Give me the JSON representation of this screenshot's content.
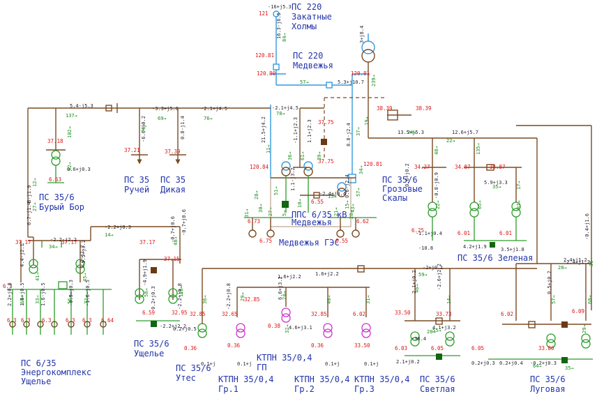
{
  "colors": {
    "line": "#7a4a22",
    "line_220": "#3399dd",
    "green_flow": "#2c9c2c",
    "voltage": "#dd1111",
    "station_name": "#2233aa",
    "ktpn_transformer": "#cc33cc",
    "generator": "#bb2222",
    "ground_block": "#116611",
    "disconnector_block": "#6b3a14"
  },
  "stations": [
    {
      "id": "zakatnye",
      "lines": [
        "ПС 220",
        "Закатные",
        "Холмы"
      ]
    },
    {
      "id": "medvezhya220",
      "lines": [
        "ПС 220",
        "Медвежья"
      ]
    },
    {
      "id": "ruchey",
      "lines": [
        "ПС 35",
        "Ручей"
      ]
    },
    {
      "id": "dikaya",
      "lines": [
        "ПС 35",
        "Дикая"
      ]
    },
    {
      "id": "bury-bor",
      "lines": [
        "ПС 35/6",
        "Бурый Бор"
      ]
    },
    {
      "id": "grozovye",
      "lines": [
        "ПС 35/6",
        "Грозовые",
        "Скалы"
      ]
    },
    {
      "id": "pps",
      "lines": [
        "ППС 6/35 кВ",
        "Медвежья"
      ]
    },
    {
      "id": "medvezhya-ges",
      "lines": [
        "Медвежья ГЭС"
      ]
    },
    {
      "id": "zelenaya",
      "lines": [
        "ПС 35/6 Зеленая"
      ]
    },
    {
      "id": "ushchelie",
      "lines": [
        "ПС 35/6",
        "Ущелье"
      ]
    },
    {
      "id": "energokompleks",
      "lines": [
        "ПС 6/35",
        "Энергокомплекс",
        "Ущелье"
      ]
    },
    {
      "id": "utes",
      "lines": [
        "ПС 35/6",
        "Утес"
      ]
    },
    {
      "id": "ktpn-gr1",
      "lines": [
        "КТПН 35/0,4",
        "Гр.1"
      ]
    },
    {
      "id": "ktpn-gp",
      "lines": [
        "КТПН 35/0,4",
        "ГП"
      ]
    },
    {
      "id": "ktpn-gr2",
      "lines": [
        "КТПН 35/0,4",
        "Гр.2"
      ]
    },
    {
      "id": "ktpn-gr3",
      "lines": [
        "КТПН 35/0,4",
        "Гр.3"
      ]
    },
    {
      "id": "svetlaya",
      "lines": [
        "ПС 35/6",
        "Светлая"
      ]
    },
    {
      "id": "lugovaya",
      "lines": [
        "ПС 35/6",
        "Луговая"
      ]
    }
  ],
  "voltages": [
    "121",
    "120.81",
    "120.80",
    "120.81",
    "37.18",
    "37.21",
    "37.39",
    "6.63",
    "37.75",
    "37.75",
    "38.39",
    "38.39",
    "34.27",
    "34.87",
    "34.87",
    "120.84",
    "120.81",
    "6.55",
    "6.73",
    "6.75",
    "6.55",
    "6.62",
    "6.25",
    "6.01",
    "6.01",
    "37.17",
    "37.17",
    "37.17",
    "37.15",
    "6.3",
    "6.3",
    "6.3",
    "6.3",
    "6.3",
    "6.3",
    "6.64",
    "6.59",
    "32.95",
    "32.85",
    "32.65",
    "32.85",
    "32.85",
    "6.02",
    "0.36",
    "0.36",
    "0.38",
    "0.36",
    "33.50",
    "33.50",
    "33.73",
    "6.02",
    "6.03",
    "6.05",
    "6.05",
    "33.86",
    "6.09"
  ],
  "flows_black": [
    "-16+j5.3",
    "16.3-j6.5",
    "3+j8.4",
    "5.3+j10.7",
    "5.4-j5.3",
    "-3.3+j5.6",
    "-2.1+j4.5",
    "-2.1+j4.5",
    "13.5+j5.3",
    "12.6+j5.7",
    "-6.6+j0.2",
    "0.6+j0.3",
    "0.8-j1.4",
    "21.5+j4.2",
    "-1.1+j2.3",
    "1.1+j2.3",
    "8.8-j2.4",
    "1.1-j3.2",
    "-2.4+j3.4",
    "0.6-j2.4",
    "-6-j1.9",
    "6.7-j1.4",
    "-2.2-j2.2",
    "-2.2+j0.3",
    "-0.7+j0.6",
    "4.4-j2.1",
    "-5.5+j3.2",
    "5.9+j3.3",
    "-0.8-j0.9",
    "4.2+j1.9",
    "3.5+j1.8",
    "-1.1+j0.4",
    "-10.8",
    "0.6+j0.2",
    "1.2-j1.2",
    "-4.9+j1.9",
    "-2.2+j2.2",
    "0.2+j0.5",
    "2.2+j0.8",
    "1.6+j0.5",
    "1.6-j0.5",
    "-0.9+j0.3",
    "-1.6-j0.5",
    "1.6+j2.2",
    "0.2+j0.3",
    "-2.2+j0.8",
    "-2.2+j0.8",
    "0.1+j",
    "0.1+j",
    "6.6+j3.2",
    "0.1+j",
    "4.6+j3.1",
    "0.1+j",
    "-2.6+j2.2",
    "2.1+j0.2",
    "-30.4",
    "0.2+j0.3",
    "4.1+j3.2",
    "2.1+j0.2",
    "0.2+j0.4",
    "-0.2+j0.3",
    "-2.4+j1.2",
    "2.4+j1.2",
    "-2+j0.1",
    "1.6+j2.2",
    "0.5+j0.2",
    "-0.4+j1.6",
    "-0.7+j0.6"
  ],
  "flows_green": [
    "84",
    "57",
    "239",
    "137",
    "69",
    "76",
    "76",
    "102",
    "42",
    "11",
    "61",
    "39",
    "37",
    "51",
    "57",
    "78",
    "5",
    "30",
    "28",
    "36",
    "43",
    "19",
    "24",
    "22",
    "48",
    "135",
    "35",
    "17",
    "22",
    "65",
    "87",
    "12",
    "27",
    "34",
    "14",
    "48",
    "41",
    "45",
    "60",
    "33",
    "56",
    "72",
    "58",
    "118",
    "36",
    "29",
    "24",
    "40",
    "31",
    "32",
    "46",
    "14",
    "20",
    "28",
    "36",
    "57",
    "60",
    "59",
    "29",
    "55",
    "64",
    "35",
    "15",
    "10",
    "34",
    "31",
    "27",
    "21",
    "15",
    "28"
  ],
  "ge s_label": "Медвежья ГЭС"
}
